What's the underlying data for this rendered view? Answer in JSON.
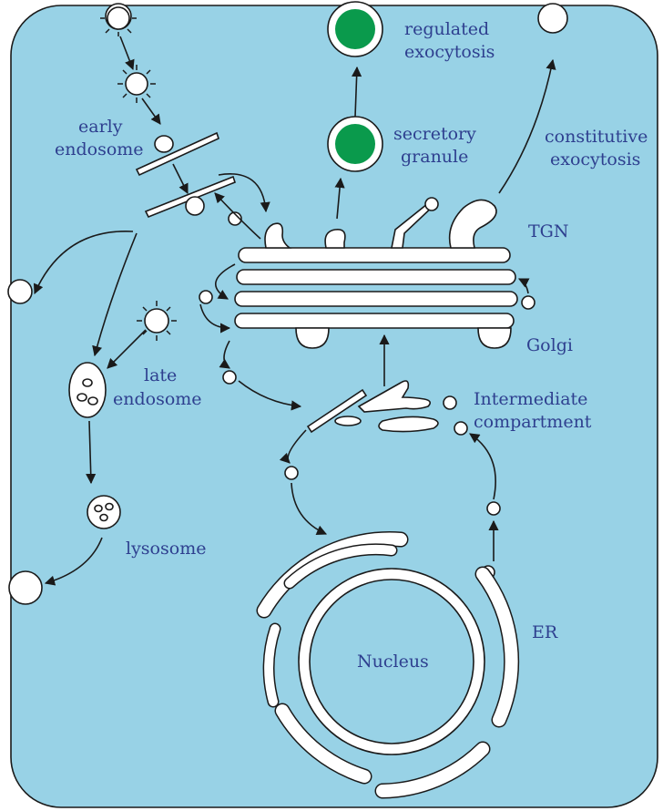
{
  "colors": {
    "cytoplasm": "#98d2e6",
    "membrane": "#ffffff",
    "outline": "#1a1a1a",
    "label_text": "#2e3f8f",
    "granule_core": "#0a9a4c"
  },
  "labels": {
    "regulated_exocytosis": [
      "regulated",
      "exocytosis"
    ],
    "secretory_granule": [
      "secretory",
      "granule"
    ],
    "constitutive_exocytosis": [
      "constitutive",
      "exocytosis"
    ],
    "early_endosome": [
      "early",
      "endosome"
    ],
    "tgn": "TGN",
    "golgi": "Golgi",
    "late_endosome": [
      "late",
      "endosome"
    ],
    "intermediate_compartment": [
      "Intermediate",
      "compartment"
    ],
    "lysosome": "lysosome",
    "er": "ER",
    "nucleus": "Nucleus"
  }
}
